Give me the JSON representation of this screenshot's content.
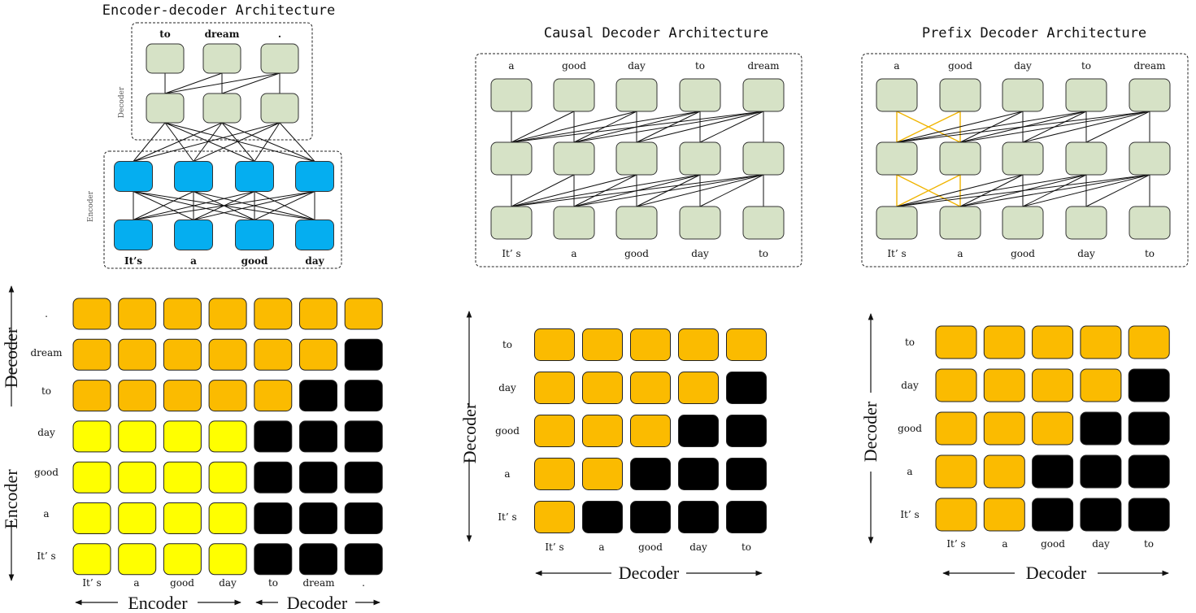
{
  "colors": {
    "decoder_node": "#d6e2c6",
    "encoder_node": "#05aef0",
    "attend_orange": "#fbbb00",
    "attend_yellow": "#ffff00",
    "masked": "#000000",
    "prefix_link": "#f0b400"
  },
  "top": {
    "encdec": {
      "title": "Encoder-decoder Architecture",
      "decoder_side_label": "Decoder",
      "encoder_side_label": "Encoder",
      "decoder_tokens": [
        "to",
        "dream",
        "."
      ],
      "encoder_tokens": [
        "It’s",
        "a",
        "good",
        "day"
      ]
    },
    "causal": {
      "title": "Causal Decoder Architecture",
      "output_tokens": [
        "a",
        "good",
        "day",
        "to",
        "dream"
      ],
      "input_tokens": [
        "It’ s",
        "a",
        "good",
        "day",
        "to"
      ]
    },
    "prefix": {
      "title": "Prefix Decoder Architecture",
      "output_tokens": [
        "a",
        "good",
        "day",
        "to",
        "dream"
      ],
      "input_tokens": [
        "It’ s",
        "a",
        "good",
        "day",
        "to"
      ]
    }
  },
  "matrices": {
    "encdec": {
      "row_labels": [
        ".",
        "dream",
        "to",
        "day",
        "good",
        "a",
        "It’ s"
      ],
      "col_labels": [
        "It’ s",
        "a",
        "good",
        "day",
        "to",
        "dream",
        "."
      ],
      "grid": [
        "OOOOOOO",
        "OOOOOOB",
        "OOOOOBB",
        "YYYYBBB",
        "YYYYBBB",
        "YYYYBBB",
        "YYYYBBB"
      ],
      "left_axis_top": "Decoder",
      "left_axis_bottom": "Encoder",
      "bottom_axis_left": "Encoder",
      "bottom_axis_right": "Decoder"
    },
    "causal": {
      "row_labels": [
        "to",
        "day",
        "good",
        "a",
        "It’ s"
      ],
      "col_labels": [
        "It’ s",
        "a",
        "good",
        "day",
        "to"
      ],
      "grid": [
        "OOOOO",
        "OOOOB",
        "OOOBB",
        "OOBBB",
        "OBBBB"
      ],
      "left_axis": "Decoder",
      "bottom_axis": "Decoder"
    },
    "prefix": {
      "row_labels": [
        "to",
        "day",
        "good",
        "a",
        "It’ s"
      ],
      "col_labels": [
        "It’ s",
        "a",
        "good",
        "day",
        "to"
      ],
      "grid": [
        "OOOOO",
        "OOOOB",
        "OOOBB",
        "OOBBB",
        "OOBBB"
      ],
      "left_axis": "Decoder",
      "bottom_axis": "Decoder"
    }
  }
}
